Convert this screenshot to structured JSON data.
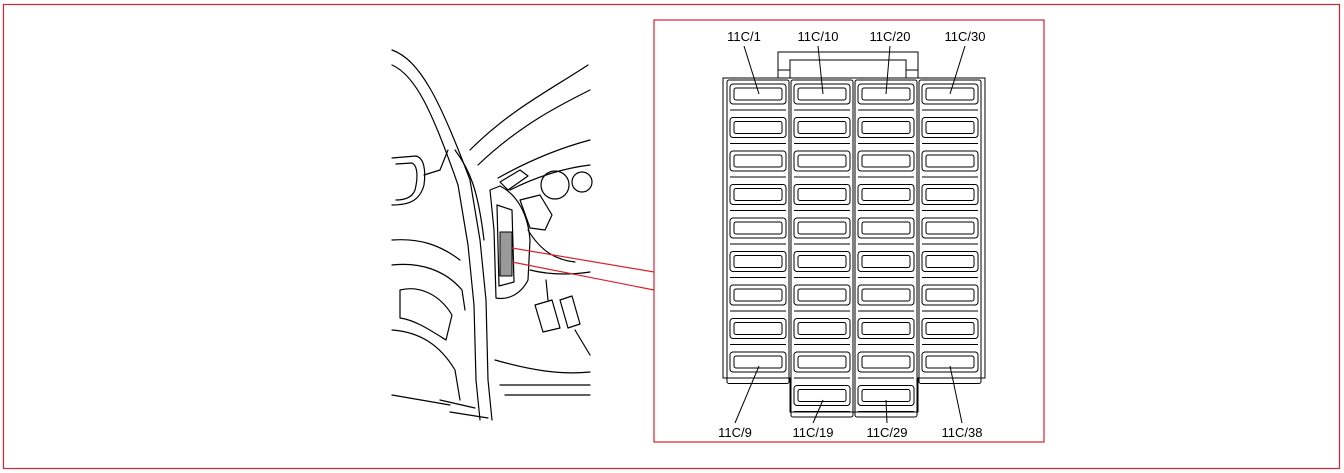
{
  "diagram": {
    "labels_top": [
      "11C/1",
      "11C/10",
      "11C/20",
      "11C/30"
    ],
    "labels_bottom": [
      "11C/9",
      "11C/19",
      "11C/29",
      "11C/38"
    ],
    "fuse_columns": [
      {
        "first": "11C/1",
        "last": "11C/9",
        "fuse_count": 9
      },
      {
        "first": "11C/10",
        "last": "11C/19",
        "fuse_count": 10
      },
      {
        "first": "11C/20",
        "last": "11C/29",
        "fuse_count": 10
      },
      {
        "first": "11C/30",
        "last": "11C/38",
        "fuse_count": 9
      }
    ],
    "colors": {
      "frame": "#d9232e",
      "leader": "#d9232e",
      "line": "#000000",
      "highlight": "#9a9a9a"
    }
  }
}
